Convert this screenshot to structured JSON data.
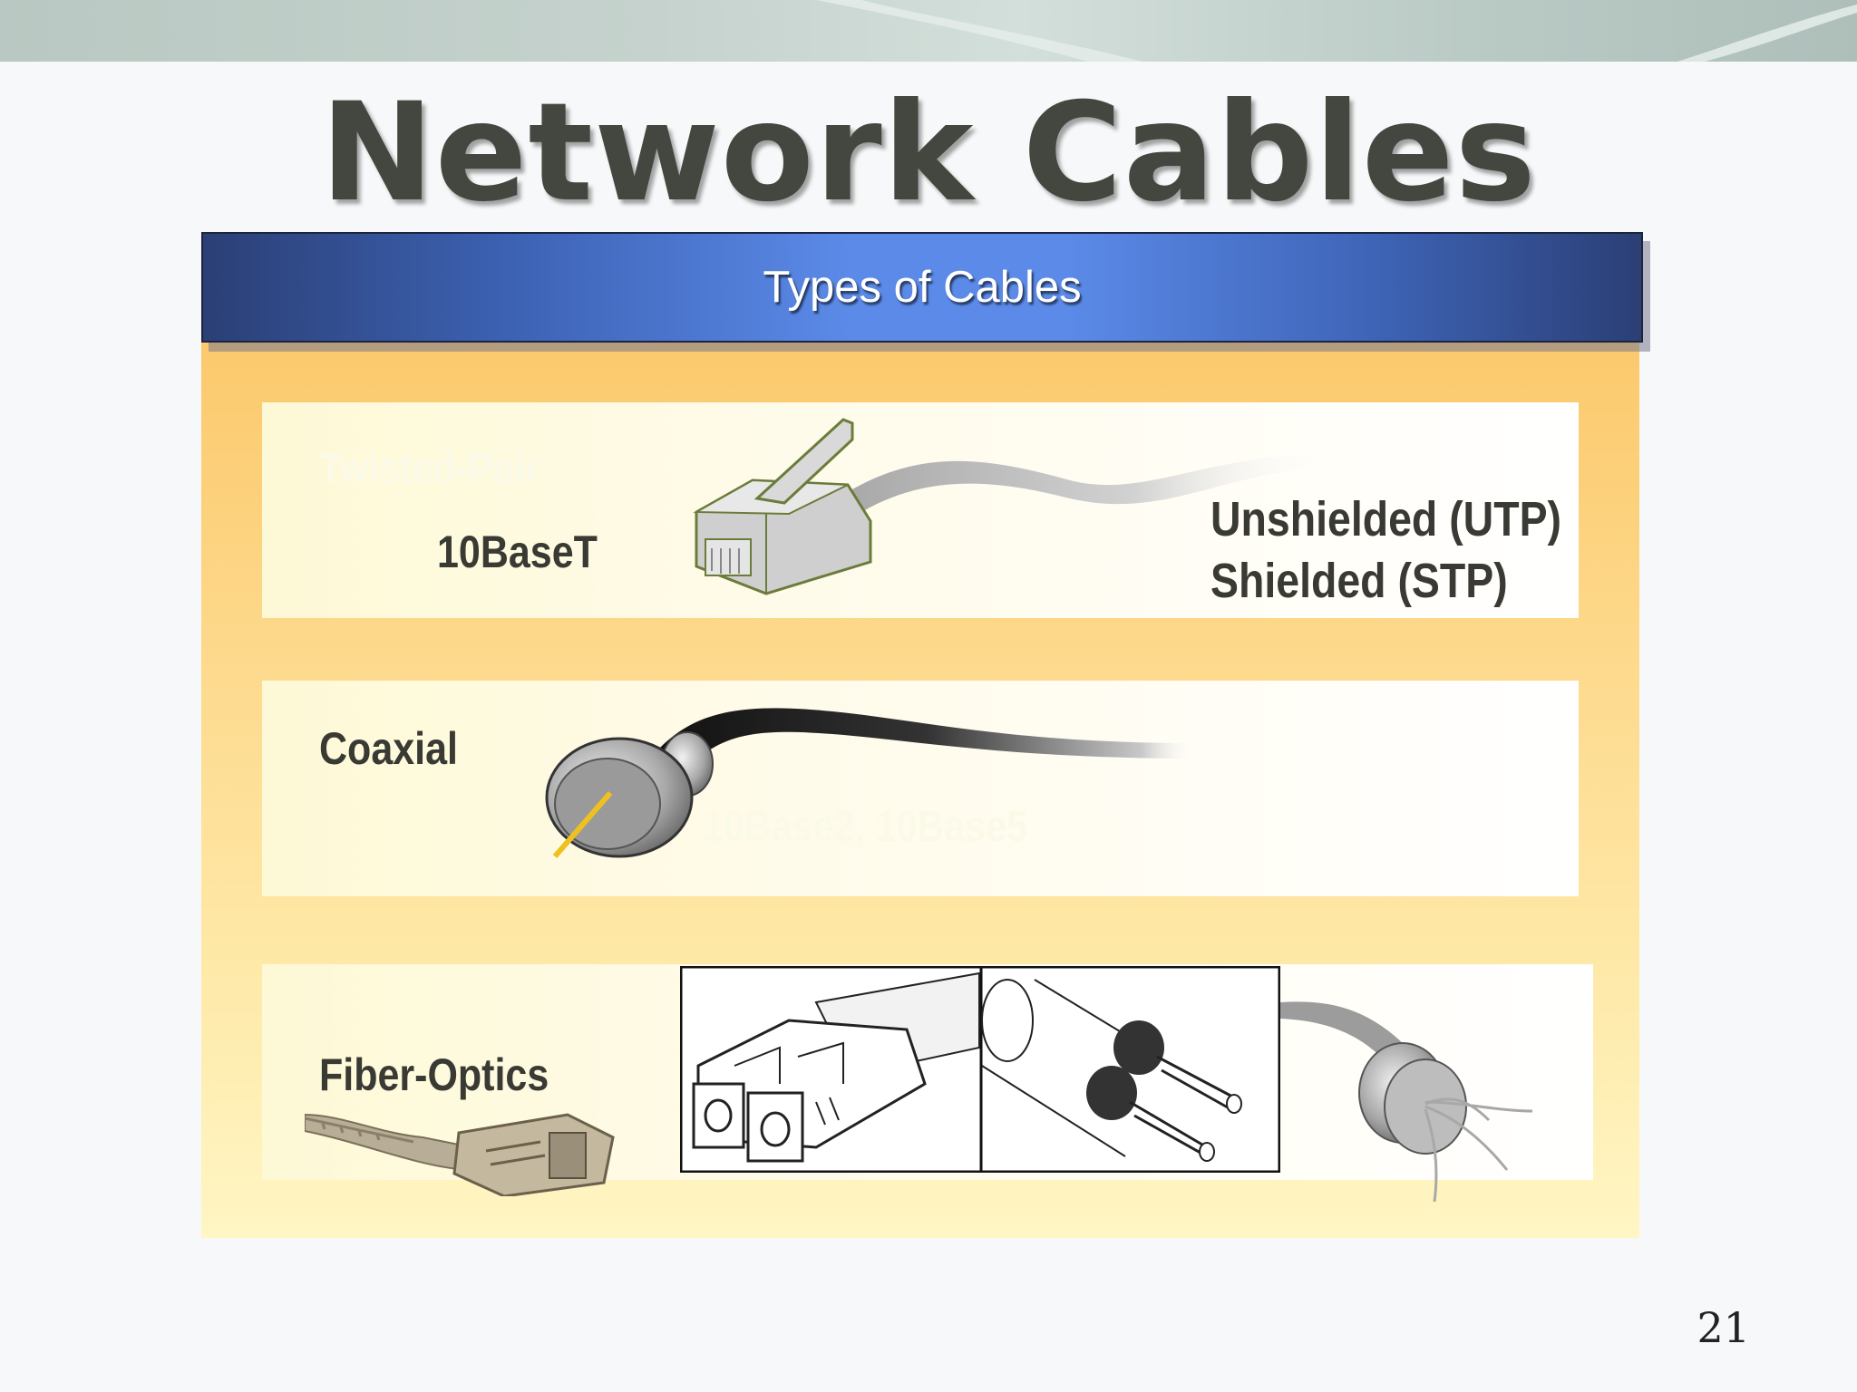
{
  "slide": {
    "title": "Network Cables",
    "header": "Types of Cables",
    "page_number": "21"
  },
  "rows": [
    {
      "name": "Twisted-Pair",
      "standard": "10BaseT",
      "variants": [
        "Unshielded (UTP)",
        "Shielded (STP)"
      ],
      "image_icon": "rj45-connector-icon"
    },
    {
      "name": "Coaxial",
      "standard": "10Base2, 10Base5",
      "image_icon": "coax-connector-icon"
    },
    {
      "name": "Fiber-Optics",
      "image_icons": [
        "fiber-connector-icon",
        "sc-connector-icon",
        "st-connector-icon",
        "fiber-strands-icon"
      ]
    }
  ],
  "colors": {
    "title": "#44473f",
    "header_bar": "#5b8ae8",
    "panel": "#fcc96c",
    "label": "#3a3a34"
  }
}
